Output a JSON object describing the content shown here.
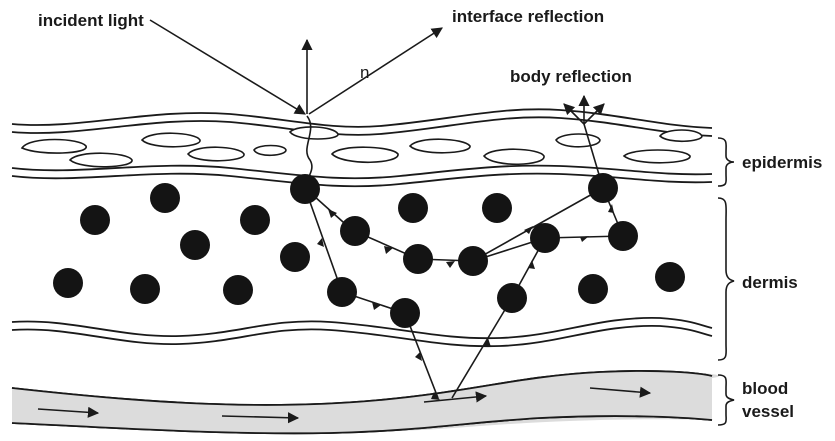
{
  "labels": {
    "incident_light": "incident light",
    "interface_reflection": "interface reflection",
    "normal": "n",
    "body_reflection": "body reflection"
  },
  "layers": {
    "epidermis": "epidermis",
    "dermis": "dermis",
    "blood_vessel_line1": "blood",
    "blood_vessel_line2": "vessel"
  },
  "colors": {
    "ink": "#1a1a1a",
    "melanin": "#141414",
    "vessel_fill": "#dcdcdc",
    "background": "#ffffff"
  }
}
